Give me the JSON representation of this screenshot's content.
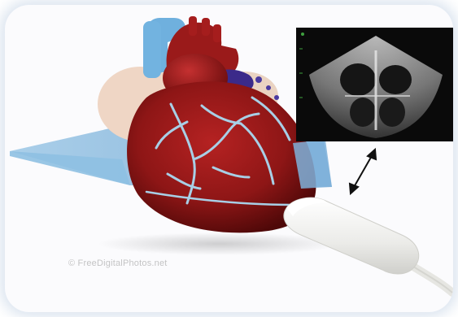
{
  "scene": {
    "description_free": true,
    "watermark_text": "© FreeDigitalPhotos.net",
    "colors": {
      "heart_red": "#8e1616",
      "heart_dark": "#5a0a0a",
      "vessel_blue": "#a8cfe6",
      "aorta_blue": "#6fb0de",
      "plane_blue": "#7fb6dd",
      "fat_tissue": "#f0d8c8",
      "probe_white": "#f2f2f0",
      "echo_bg": "#0a0a0a"
    },
    "icons": {
      "arrow": "double-arrow-icon",
      "probe": "ultrasound-probe-icon",
      "heart": "heart-illustration",
      "echo": "echocardiogram-image"
    }
  }
}
